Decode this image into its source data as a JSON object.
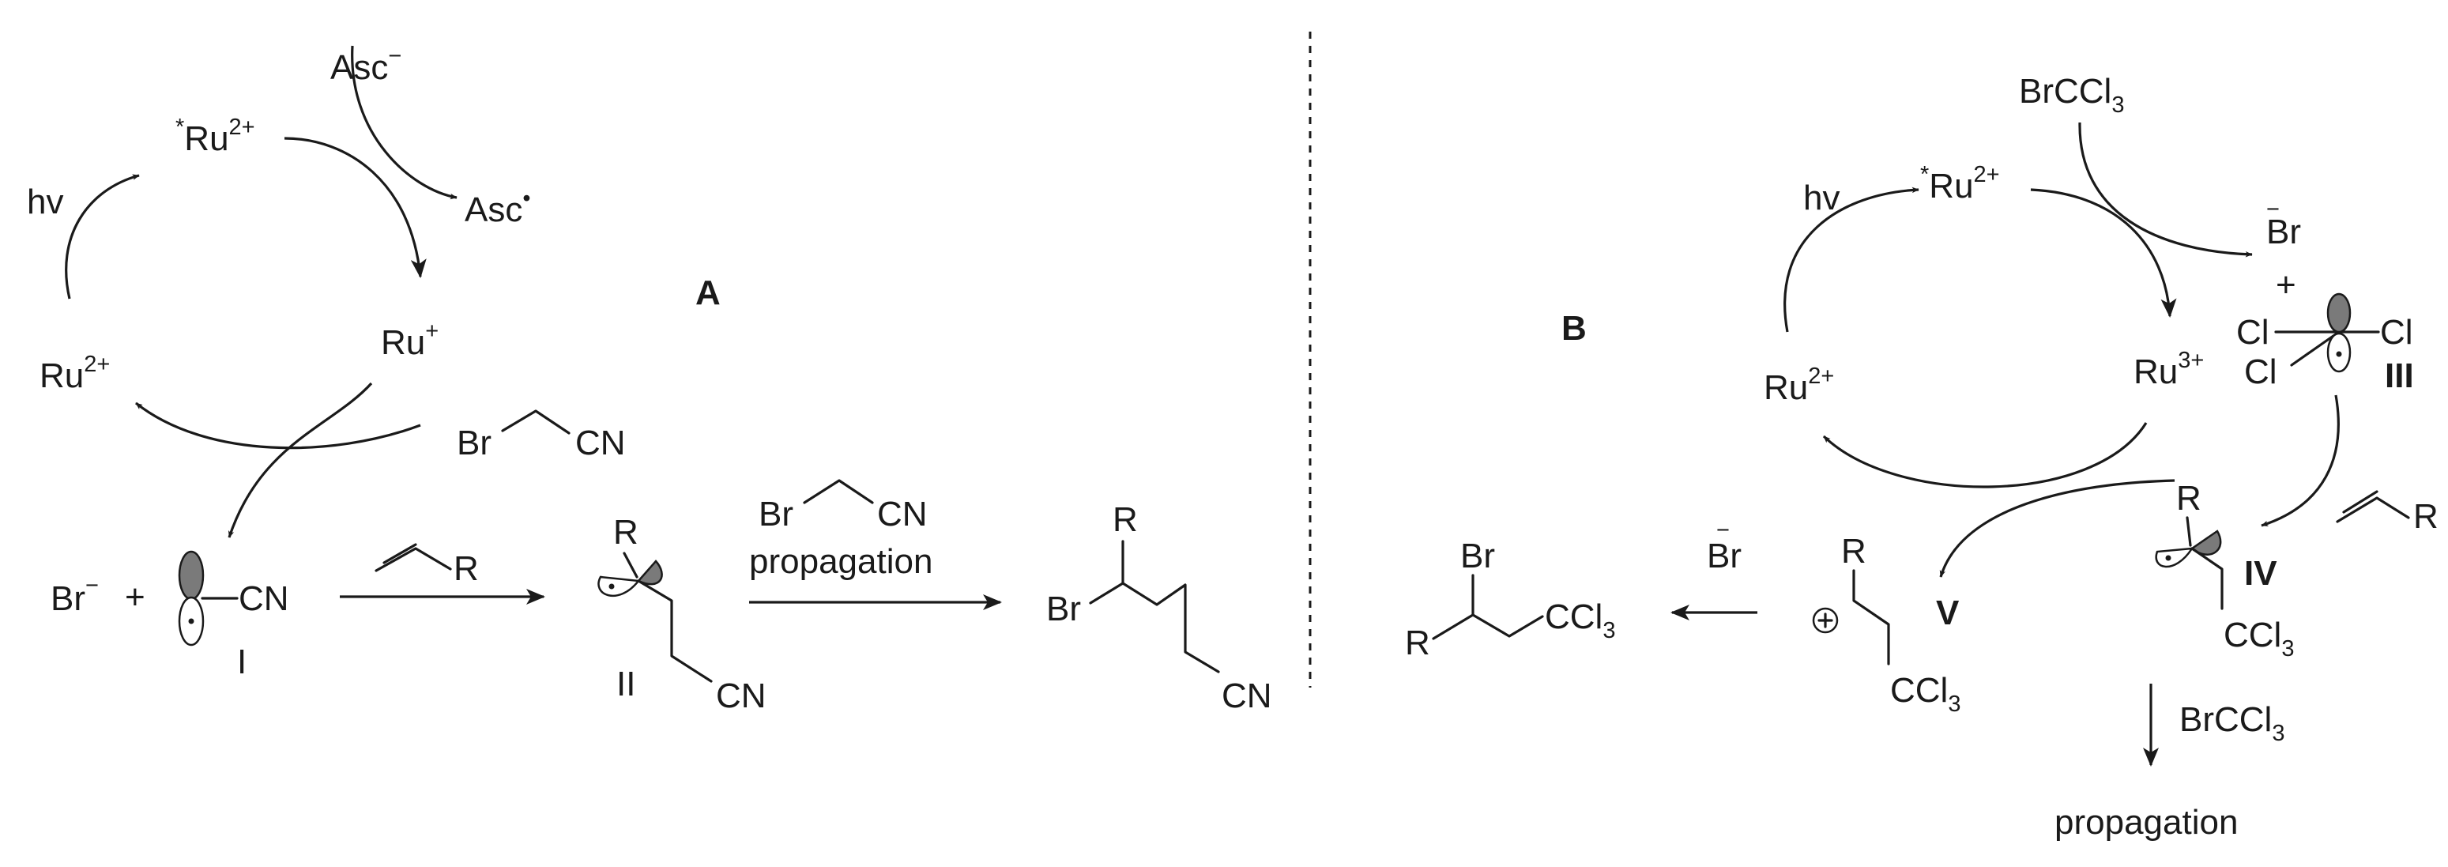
{
  "panel_a": {
    "label": "A",
    "asc_minus": "Asc",
    "asc_minus_charge": "−",
    "asc_radical": "Asc",
    "asc_radical_dot": "•",
    "ru_excited_star": "*",
    "ru_excited": "Ru",
    "ru_excited_charge": "2+",
    "hv": "hv",
    "ru_plus": "Ru",
    "ru_plus_charge": "+",
    "ru_ground": "Ru",
    "ru_ground_charge": "2+",
    "reagent_br": "Br",
    "reagent_cn": "CN",
    "br_minus": "Br",
    "br_minus_charge": "−",
    "plus": "+",
    "radical_cn": "CN",
    "int_I": "I",
    "alkene_r": "R",
    "int_II_r": "R",
    "int_II": "II",
    "int_II_cn": "CN",
    "arrow2_br": "Br",
    "arrow2_cn": "CN",
    "propagation": "propagation",
    "product_r": "R",
    "product_br": "Br",
    "product_cn": "CN"
  },
  "panel_b": {
    "label": "B",
    "brccl3": "BrCCl",
    "brccl3_sub": "3",
    "hv": "hv",
    "ru_excited_star": "*",
    "ru_excited": "Ru",
    "ru_excited_charge": "2+",
    "br_minus": "Br",
    "br_minus_charge": "−",
    "plus": "+",
    "cl_left": "Cl",
    "cl_right": "Cl",
    "cl_bottom": "Cl",
    "int_III": "III",
    "ru_3plus": "Ru",
    "ru_3plus_charge": "3+",
    "ru_ground": "Ru",
    "ru_ground_charge": "2+",
    "alkene_r": "R",
    "int_IV_r": "R",
    "int_IV": "IV",
    "int_IV_ccl3": "CCl",
    "int_IV_ccl3_sub": "3",
    "int_V_r": "R",
    "int_V_plus": "+",
    "int_V": "V",
    "int_V_ccl3": "CCl",
    "int_V_ccl3_sub": "3",
    "br_minus2": "Br",
    "br_minus2_charge": "−",
    "product_br": "Br",
    "product_r": "R",
    "product_ccl3": "CCl",
    "product_ccl3_sub": "3",
    "down_reagent": "BrCCl",
    "down_reagent_sub": "3",
    "propagation": "propagation"
  }
}
